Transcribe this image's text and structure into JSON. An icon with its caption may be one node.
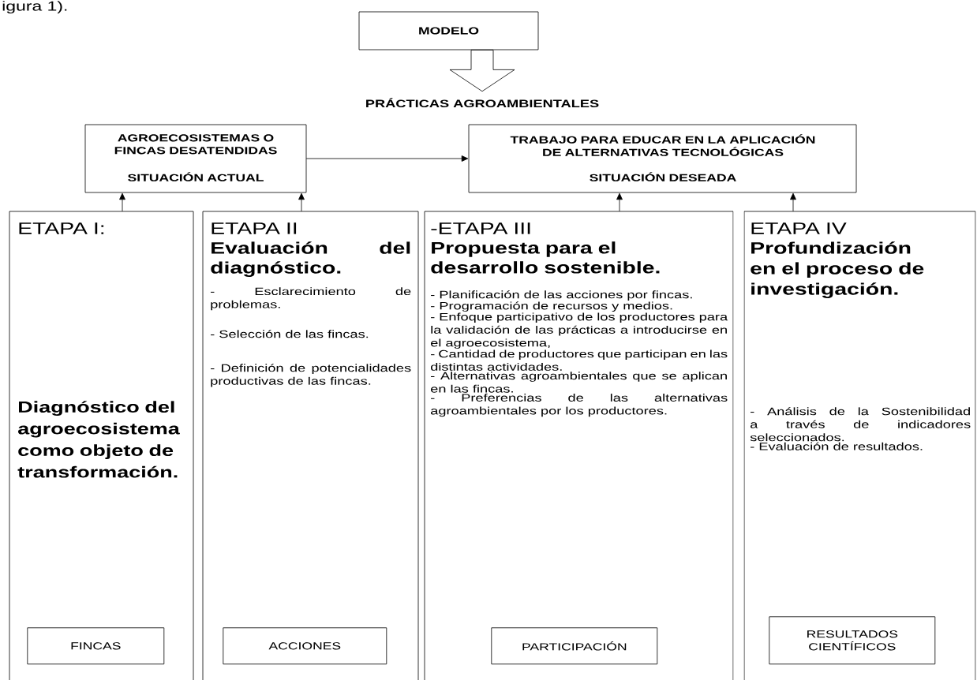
{
  "diagram": {
    "nodes": [
      {
        "text": [
          "MODELO"
        ]
      },
      {
        "text": [
          "PRÁCTICAS AGROAMBIENTALES"
        ]
      },
      {
        "text": [
          "AGROECOSISTEMAS O FINCAS DESATENDIDAS",
          "SITUACIÓN ACTUAL"
        ]
      },
      {
        "text": [
          "TRABAJO PARA EDUCAR EN LA APLICACIÓN DE ALTERNATIVAS TECNOLÓGICAS",
          "SITUACIÓN DESEADA"
        ]
      },
      {
        "text": [
          "ETAPA I:",
          "Diagnóstico del agroecosistema como objeto de transformación."
        ]
      },
      {
        "text": [
          "FINCAS"
        ],
        "in": 4
      },
      {
        "text": [
          "ETAPA II",
          "Evaluación del diagnóstico.",
          "- Esclarecimiento de problemas.",
          "- Selección de las fincas.",
          "- Definición de potencialidades productivas de las fincas."
        ]
      },
      {
        "text": [
          "ACCIONES"
        ],
        "in": 6
      },
      {
        "text": [
          "-ETAPA III",
          "Propuesta para el desarrollo sostenible.",
          "- Planificación de las acciones por fincas.",
          "- Programación de recursos y medios.",
          "- Enfoque participativo de los productores para la validación de las prácticas a introducirse en el agroecosistema,",
          "- Cantidad de productores que participan en las distintas actividades.",
          "- Alternativas agroambientales que se aplican en las fincas.",
          "- Preferencias de las alternativas agroambientales por los productores."
        ]
      },
      {
        "text": [
          "PARTICIPACIÓN"
        ],
        "in": 8
      },
      {
        "text": [
          "ETAPA IV",
          "Profundización en el proceso de investigación.",
          "- Análisis de la Sostenibilidad a través de indicadores seleccionados.",
          "- Evaluación de resultados."
        ]
      },
      {
        "text": [
          "RESULTADOS CIENTÍFICOS"
        ],
        "in": 10
      }
    ],
    "edges": [
      {
        "from": 0,
        "to": 1,
        "arrow": "to",
        "style": "thick"
      },
      {
        "from": 2,
        "to": 3,
        "arrow": "to"
      },
      {
        "from": 4,
        "to": 2,
        "arrow": "to"
      },
      {
        "from": 6,
        "to": 2,
        "arrow": "to"
      },
      {
        "from": 8,
        "to": 3,
        "arrow": "to"
      },
      {
        "from": 10,
        "to": 3,
        "arrow": "to"
      }
    ],
    "labels": [
      "igura 1)."
    ]
  }
}
